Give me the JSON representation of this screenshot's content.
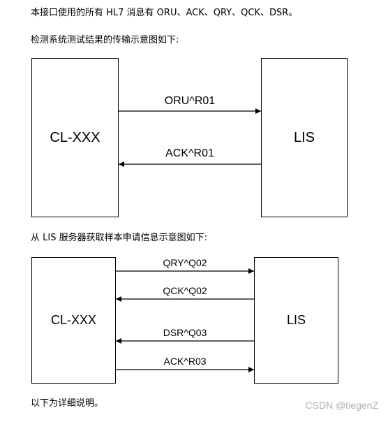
{
  "text": {
    "intro": "本接口使用的所有 HL7 消息有 ORU、ACK、QRY、QCK、DSR。",
    "diagram1_caption": "检测系统测试结果的传输示意图如下:",
    "diagram2_caption": "从 LIS 服务器获取样本申请信息示意图如下:",
    "footer": "以下为详细说明。"
  },
  "diagram1": {
    "left_box": "CL-XXX",
    "right_box": "LIS",
    "messages": [
      {
        "label": "ORU^R01",
        "direction": "right"
      },
      {
        "label": "ACK^R01",
        "direction": "left"
      }
    ]
  },
  "diagram2": {
    "left_box": "CL-XXX",
    "right_box": "LIS",
    "messages": [
      {
        "label": "QRY^Q02",
        "direction": "right"
      },
      {
        "label": "QCK^Q02",
        "direction": "left"
      },
      {
        "label": "DSR^Q03",
        "direction": "left"
      },
      {
        "label": "ACK^R03",
        "direction": "right"
      }
    ]
  },
  "watermark": "CSDN @tiegenZ"
}
